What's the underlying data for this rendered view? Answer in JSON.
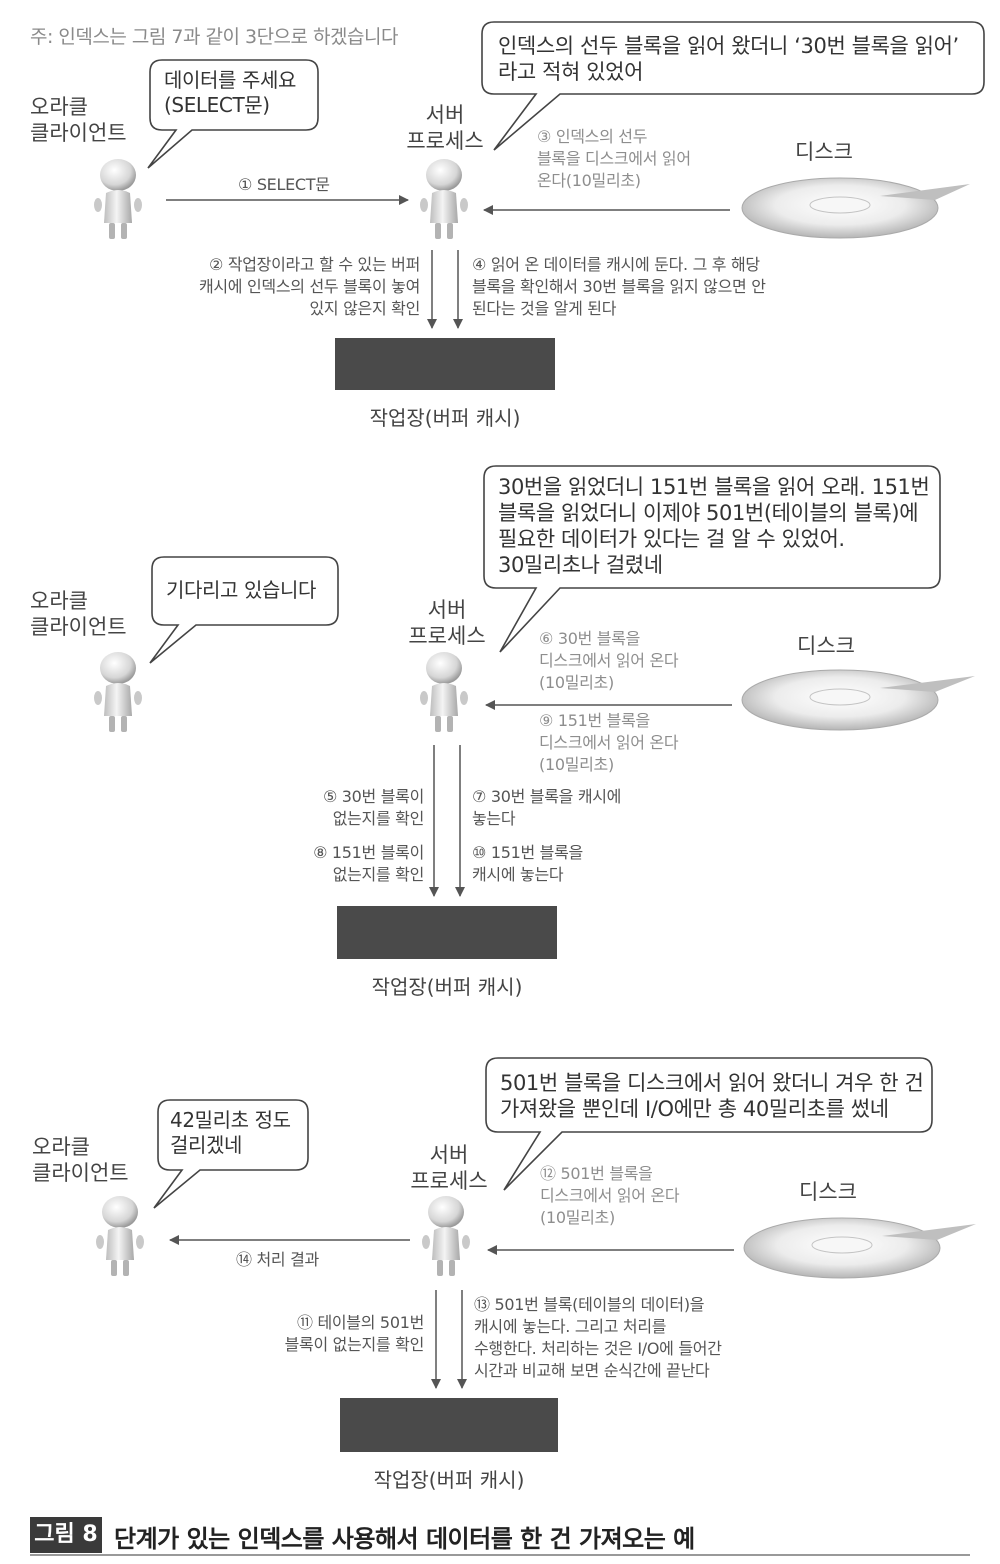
{
  "note": "주: 인덱스는 그림 7과 같이 3단으로 하겠습니다",
  "panels": [
    {
      "client_label": "오라클\n클라이언트",
      "server_label": "서버\n프로세스",
      "disk_label": "디스크",
      "client_bubble": "데이터를 주세요\n(SELECT문)",
      "server_bubble": "인덱스의 선두 블록을 읽어 왔더니 ‘30번 블록을 읽어’\n라고 적혀 있었어",
      "client_arrow_text": "① SELECT문",
      "disk_text": "③ 인덱스의 선두\n블록을 디스크에서 읽어\n온다(10밀리초)",
      "left_steps": "② 작업장이라고 할 수 있는 버퍼\n캐시에 인덱스의 선두 블록이 놓여\n있지 않은지 확인",
      "right_steps": "④ 읽어 온 데이터를 캐시에 둔다. 그 후 해당\n블록을 확인해서 30번 블록을 읽지 않으면 안\n된다는 것을 알게 된다",
      "cache_label": "작업장(버퍼 캐시)"
    },
    {
      "client_label": "오라클\n클라이언트",
      "server_label": "서버\n프로세스",
      "disk_label": "디스크",
      "client_bubble": "기다리고 있습니다",
      "server_bubble": "30번을 읽었더니 151번 블록을 읽어 오래. 151번\n블록을 읽었더니 이제야 501번(테이블의 블록)에\n필요한 데이터가 있다는 걸 알 수 있었어.\n30밀리초나 걸렸네",
      "disk_text_a": "⑥ 30번 블록을\n디스크에서 읽어 온다\n(10밀리초)",
      "disk_text_b": "⑨ 151번 블록을\n디스크에서 읽어 온다\n(10밀리초)",
      "left_step_a": "⑤ 30번 블록이\n없는지를 확인",
      "left_step_b": "⑧ 151번 블록이\n없는지를 확인",
      "right_step_a": "⑦ 30번 블록을 캐시에\n놓는다",
      "right_step_b": "⑩ 151번 블록을\n캐시에 놓는다",
      "cache_label": "작업장(버퍼 캐시)"
    },
    {
      "client_label": "오라클\n클라이언트",
      "server_label": "서버\n프로세스",
      "disk_label": "디스크",
      "client_bubble": "42밀리초 정도\n걸리겠네",
      "server_bubble": "501번 블록을 디스크에서 읽어 왔더니 겨우 한 건\n가져왔을 뿐인데 I/O에만 총 40밀리초를 썼네",
      "client_arrow_text": "⑭ 처리 결과",
      "disk_text": "⑫ 501번 블록을\n디스크에서 읽어 온다\n(10밀리초)",
      "left_steps": "⑪ 테이블의 501번\n블록이 없는지를 확인",
      "right_steps": "⑬ 501번 블록(테이블의 데이터)을\n캐시에 놓는다. 그리고 처리를\n수행한다. 처리하는 것은 I/O에 들어간\n시간과 비교해 보면 순식간에 끝난다",
      "cache_label": "작업장(버퍼 캐시)"
    }
  ],
  "caption": {
    "badge": "그림 8",
    "text": "단계가 있는 인덱스를 사용해서 데이터를 한 건 가져오는 예"
  }
}
